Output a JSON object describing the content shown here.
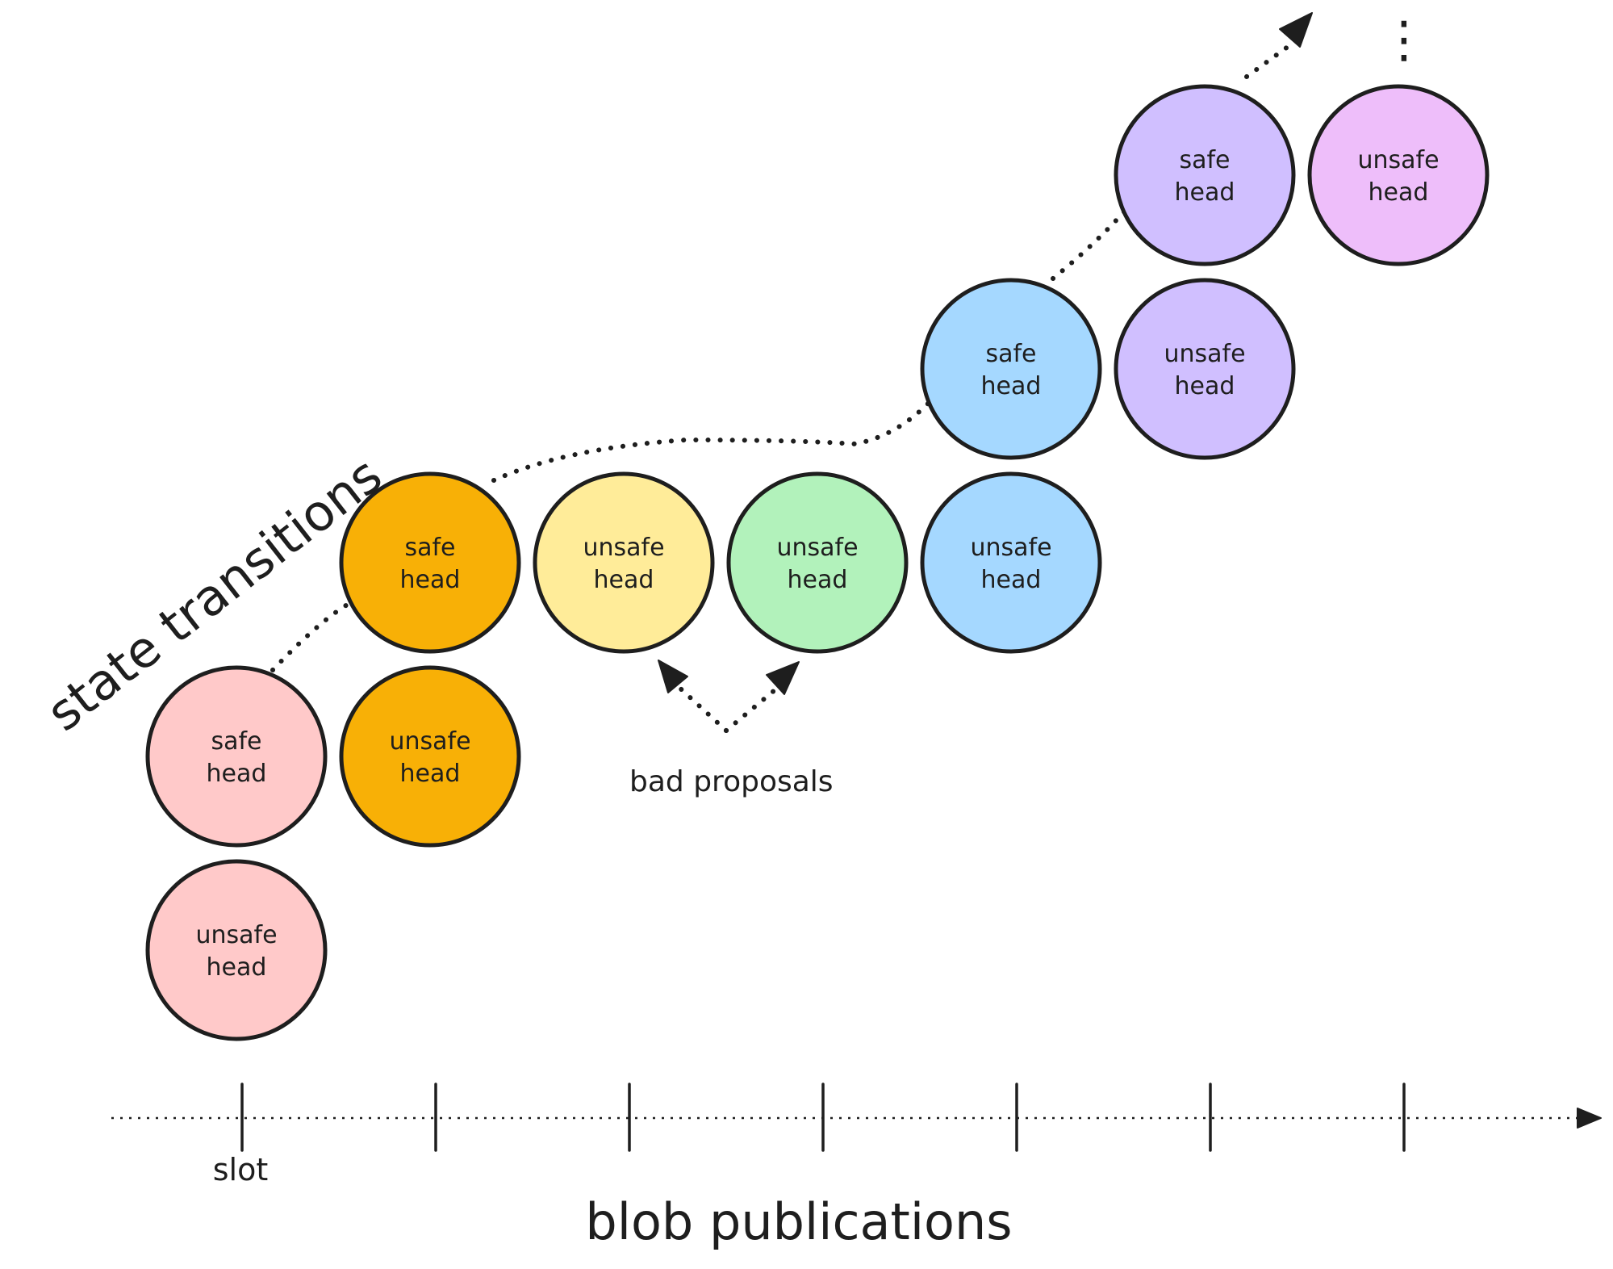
{
  "labels": {
    "state_transitions": "state transitions",
    "blob_publications": "blob publications",
    "slot": "slot",
    "bad_proposals": "bad proposals",
    "ellipsis": "⋮"
  },
  "colors": {
    "pink": "#ffc9c9",
    "orange": "#f8b006",
    "yellow": "#ffec99",
    "green": "#b2f2bb",
    "blue": "#a5d8ff",
    "lavender": "#d0bfff",
    "violet": "#eebefa"
  },
  "nodes": [
    {
      "line1": "safe",
      "line2": "head",
      "color": "pink"
    },
    {
      "line1": "unsafe",
      "line2": "head",
      "color": "pink"
    },
    {
      "line1": "safe",
      "line2": "head",
      "color": "orange"
    },
    {
      "line1": "unsafe",
      "line2": "head",
      "color": "orange"
    },
    {
      "line1": "unsafe",
      "line2": "head",
      "color": "yellow"
    },
    {
      "line1": "unsafe",
      "line2": "head",
      "color": "green"
    },
    {
      "line1": "unsafe",
      "line2": "head",
      "color": "blue"
    },
    {
      "line1": "safe",
      "line2": "head",
      "color": "blue"
    },
    {
      "line1": "unsafe",
      "line2": "head",
      "color": "lavender"
    },
    {
      "line1": "safe",
      "line2": "head",
      "color": "lavender"
    },
    {
      "line1": "unsafe",
      "line2": "head",
      "color": "violet"
    }
  ],
  "axis": {
    "tick_count": 7
  }
}
